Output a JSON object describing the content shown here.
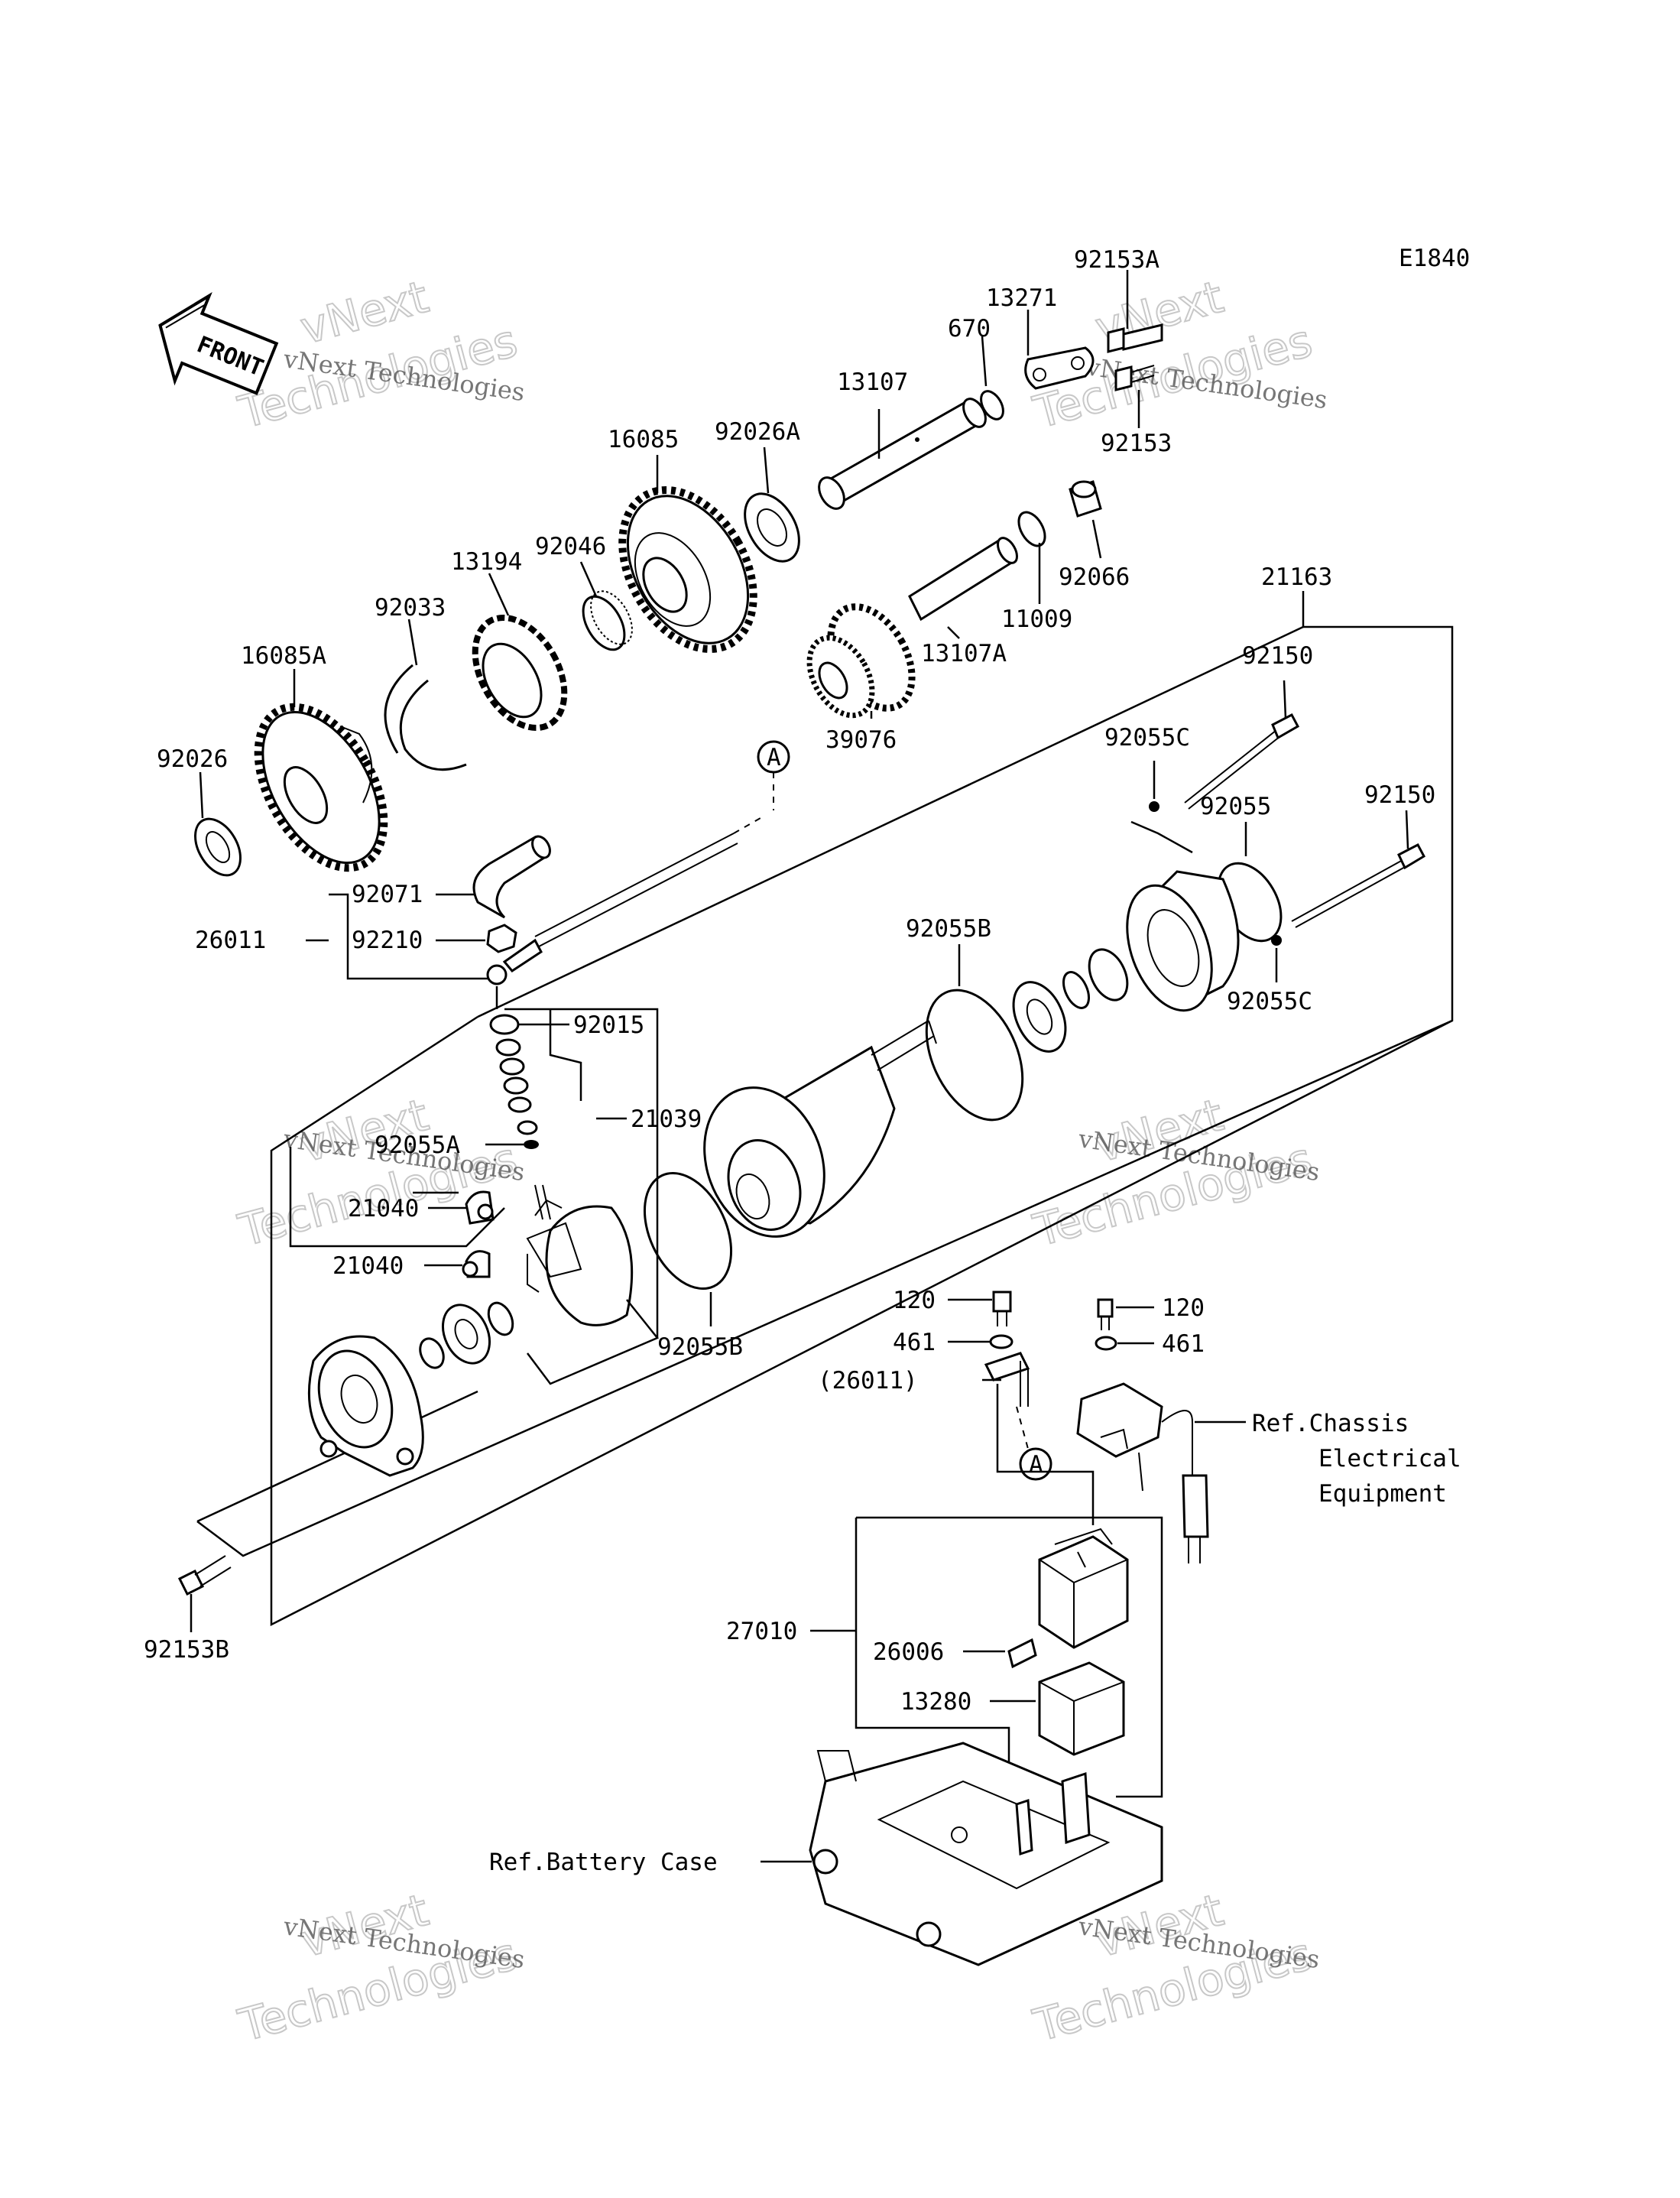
{
  "diagram_code": "E1840",
  "front_label": "FRONT",
  "watermark": {
    "line1": "vNext Technologies",
    "line2": "vNext",
    "line3": "Technologies"
  },
  "parts": {
    "p92153A": "92153A",
    "p13271": "13271",
    "p670": "670",
    "p13107": "13107",
    "p92153": "92153",
    "p16085": "16085",
    "p92026A": "92026A",
    "p92046": "92046",
    "p13194": "13194",
    "p92066": "92066",
    "p11009": "11009",
    "p13107A": "13107A",
    "p21163": "21163",
    "p92033": "92033",
    "p16085A": "16085A",
    "p92150a": "92150",
    "p92150b": "92150",
    "p92055C_a": "92055C",
    "p92055C_b": "92055C",
    "p92055": "92055",
    "p39076": "39076",
    "p92026": "92026",
    "pA1": "A",
    "pA2": "A",
    "p92071": "92071",
    "p26011": "26011",
    "p92210": "92210",
    "p92055B_a": "92055B",
    "p92055B_b": "92055B",
    "p92015": "92015",
    "p21039": "21039",
    "p92055A": "92055A",
    "p21040a": "21040",
    "p21040b": "21040",
    "p120a": "120",
    "p120b": "120",
    "p461a": "461",
    "p461b": "461",
    "p26011paren": "(26011)",
    "p27010": "27010",
    "p26006": "26006",
    "p13280": "13280",
    "p92153B": "92153B"
  },
  "refs": {
    "chassis1": "Ref.Chassis",
    "chassis2": "Electrical",
    "chassis3": "Equipment",
    "battery": "Ref.Battery Case"
  }
}
